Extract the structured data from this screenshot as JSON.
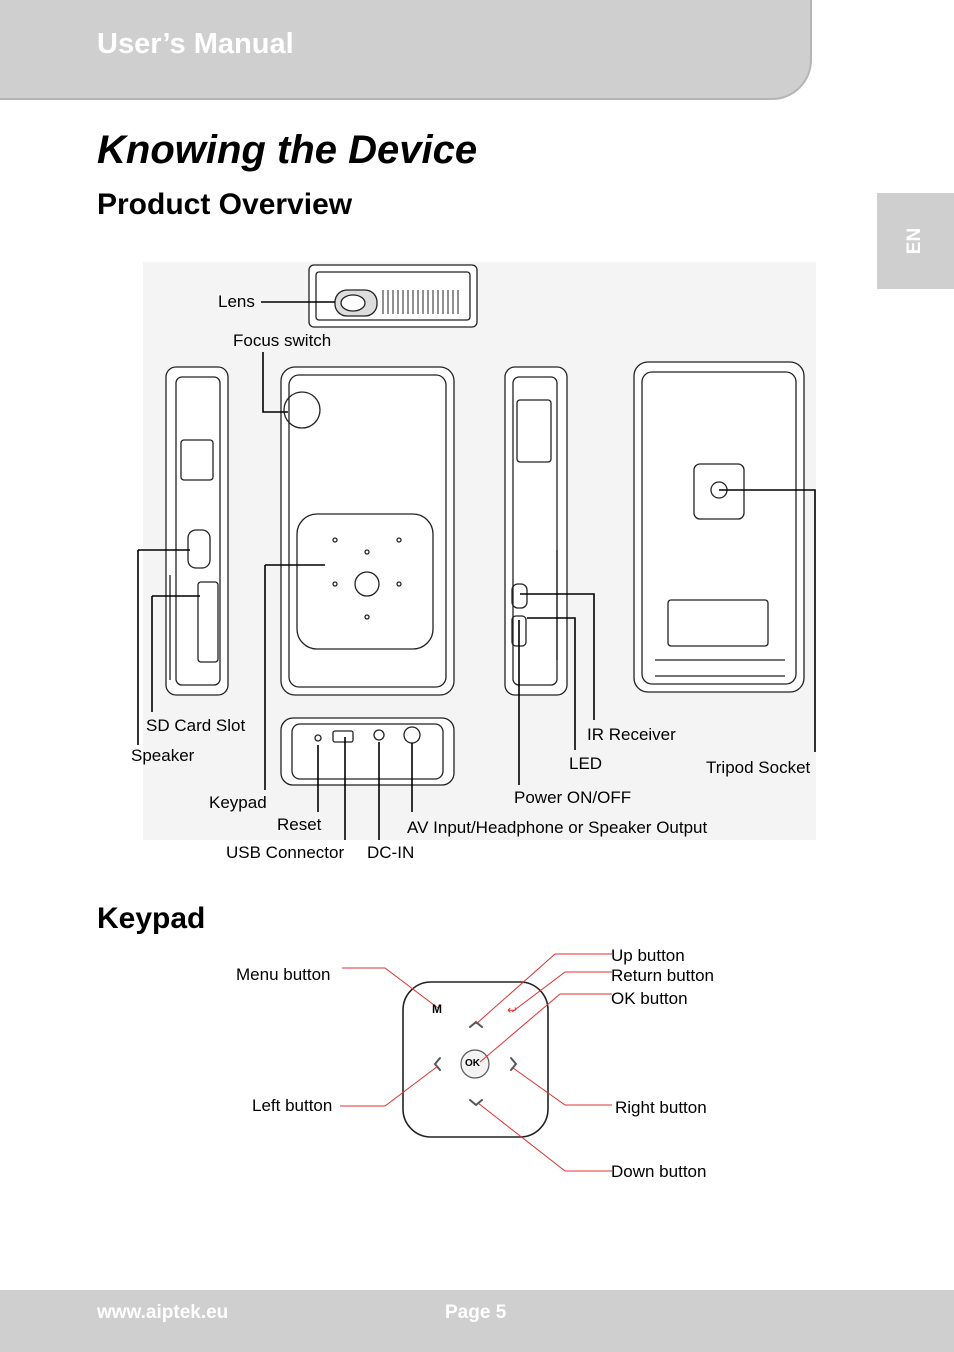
{
  "header": {
    "title": "User’s Manual"
  },
  "lang_tab": {
    "label": "EN"
  },
  "page_title": "Knowing the Device",
  "sections": {
    "product_overview": "Product Overview",
    "keypad": "Keypad"
  },
  "overview_labels": {
    "lens": "Lens",
    "focus_switch": "Focus switch",
    "sd_card_slot": "SD Card Slot",
    "speaker": "Speaker",
    "keypad": "Keypad",
    "reset": "Reset",
    "usb_connector": "USB Connector",
    "dc_in": "DC-IN",
    "av_output": "AV Input/Headphone or Speaker Output",
    "power": "Power ON/OFF",
    "led": "LED",
    "ir_receiver": "IR Receiver",
    "tripod_socket": "Tripod Socket"
  },
  "keypad_labels": {
    "menu": "Menu button",
    "left": "Left button",
    "up": "Up button",
    "return": "Return button",
    "ok": "OK button",
    "right": "Right button",
    "down": "Down button"
  },
  "keypad_glyphs": {
    "menu": "M",
    "ok": "OK",
    "return": "↩"
  },
  "colors": {
    "gray_band": "#cfcfcf",
    "callout_red": "#e03030"
  },
  "footer": {
    "url": "www.aiptek.eu",
    "page": "Page 5"
  }
}
